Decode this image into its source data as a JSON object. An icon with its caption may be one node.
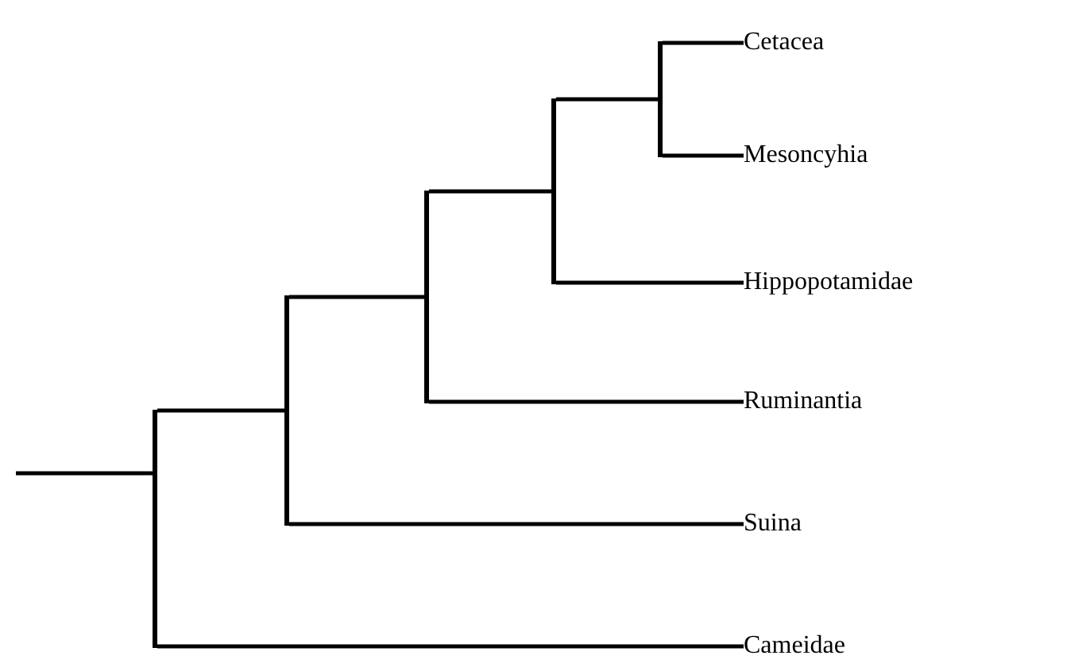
{
  "diagram": {
    "nodes": [
      {
        "text": [
          "Cetacea"
        ]
      },
      {
        "text": [
          "Mesoncyhia"
        ]
      },
      {
        "text": [
          "Hippopotamidae"
        ]
      },
      {
        "text": [
          "Ruminantia"
        ]
      },
      {
        "text": [
          "Suina"
        ]
      },
      {
        "text": [
          "Cameidae"
        ]
      },
      {
        "text": [],
        "shape": "bar"
      },
      {
        "text": [],
        "shape": "bar"
      },
      {
        "text": [],
        "shape": "bar"
      },
      {
        "text": [],
        "shape": "bar"
      },
      {
        "text": [],
        "shape": "bar"
      }
    ],
    "edges": [
      {
        "from": null,
        "to": 6,
        "arrow": "none"
      },
      {
        "from": 6,
        "to": 7,
        "arrow": "none"
      },
      {
        "from": 6,
        "to": 5,
        "arrow": "none"
      },
      {
        "from": 7,
        "to": 8,
        "arrow": "none"
      },
      {
        "from": 7,
        "to": 4,
        "arrow": "none"
      },
      {
        "from": 8,
        "to": 9,
        "arrow": "none"
      },
      {
        "from": 8,
        "to": 3,
        "arrow": "none"
      },
      {
        "from": 9,
        "to": 10,
        "arrow": "none"
      },
      {
        "from": 9,
        "to": 2,
        "arrow": "none"
      },
      {
        "from": 10,
        "to": 0,
        "arrow": "none"
      },
      {
        "from": 10,
        "to": 1,
        "arrow": "none"
      }
    ]
  }
}
